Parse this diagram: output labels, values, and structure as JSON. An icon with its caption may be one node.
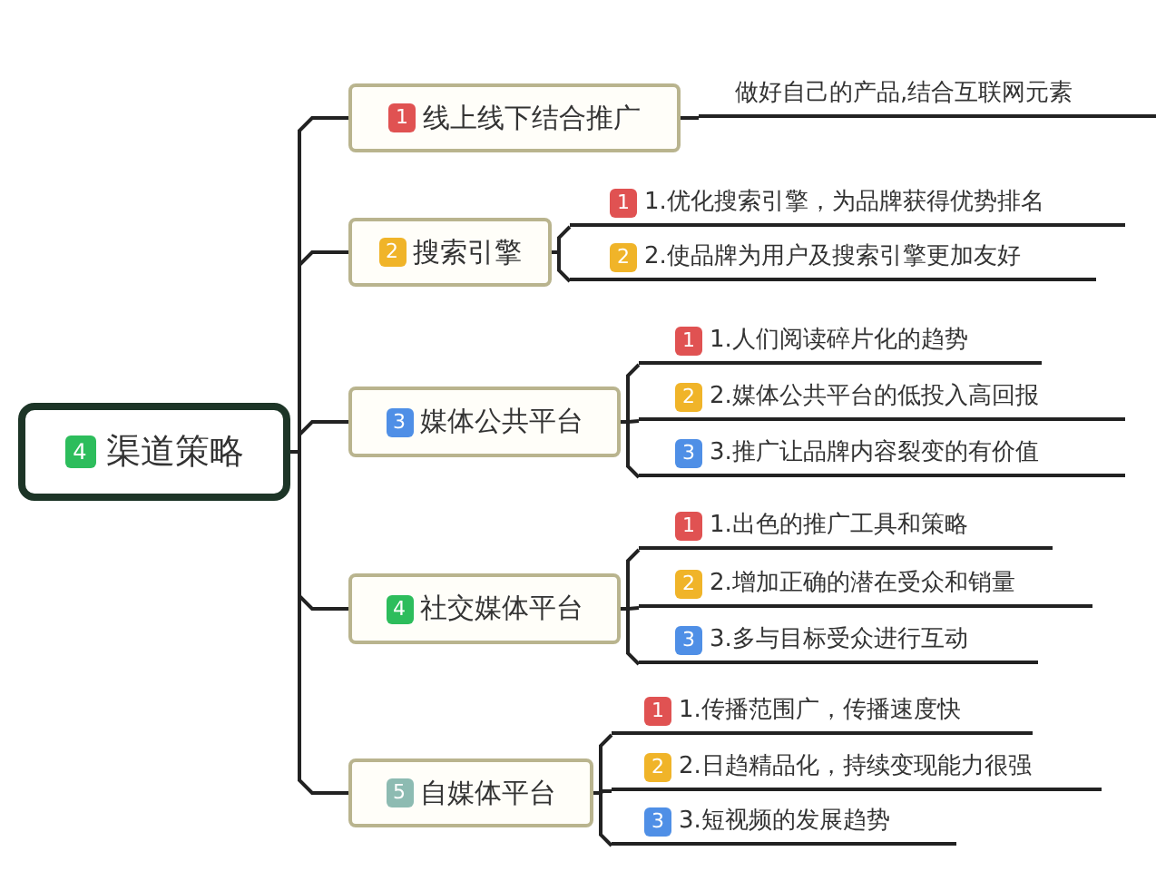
{
  "diagram": {
    "nodes": [
      {
        "text": [
          "4",
          "渠道策略"
        ]
      },
      {
        "text": [
          "1",
          "线上线下结合推广"
        ]
      },
      {
        "text": [
          "做好自己的产品,结合互联网元素"
        ]
      },
      {
        "text": [
          "2",
          "搜索引擎"
        ]
      },
      {
        "text": [
          "1",
          "1.优化搜索引擎，为品牌获得优势排名"
        ]
      },
      {
        "text": [
          "2",
          "2.使品牌为用户及搜索引擎更加友好"
        ]
      },
      {
        "text": [
          "3",
          "媒体公共平台"
        ]
      },
      {
        "text": [
          "1",
          "1.人们阅读碎片化的趋势"
        ]
      },
      {
        "text": [
          "2",
          "2.媒体公共平台的低投入高回报"
        ]
      },
      {
        "text": [
          "3",
          "3.推广让品牌内容裂变的有价值"
        ]
      },
      {
        "text": [
          "4",
          "社交媒体平台"
        ]
      },
      {
        "text": [
          "1",
          "1.出色的推广工具和策略"
        ]
      },
      {
        "text": [
          "2",
          "2.增加正确的潜在受众和销量"
        ]
      },
      {
        "text": [
          "3",
          "3.多与目标受众进行互动"
        ]
      },
      {
        "text": [
          "5",
          "自媒体平台"
        ]
      },
      {
        "text": [
          "1",
          "1.传播范围广，传播速度快"
        ]
      },
      {
        "text": [
          "2",
          "2.日趋精品化，持续变现能力很强"
        ]
      },
      {
        "text": [
          "3",
          "3.短视频的发展趋势"
        ]
      }
    ],
    "edges": [
      {
        "from": 0,
        "to": 1,
        "arrow": "none"
      },
      {
        "from": 0,
        "to": 3,
        "arrow": "none"
      },
      {
        "from": 0,
        "to": 6,
        "arrow": "none"
      },
      {
        "from": 0,
        "to": 10,
        "arrow": "none"
      },
      {
        "from": 0,
        "to": 14,
        "arrow": "none"
      },
      {
        "from": 1,
        "to": 2,
        "arrow": "none"
      },
      {
        "from": 3,
        "to": 4,
        "arrow": "none"
      },
      {
        "from": 3,
        "to": 5,
        "arrow": "none"
      },
      {
        "from": 6,
        "to": 7,
        "arrow": "none"
      },
      {
        "from": 6,
        "to": 8,
        "arrow": "none"
      },
      {
        "from": 6,
        "to": 9,
        "arrow": "none"
      },
      {
        "from": 10,
        "to": 11,
        "arrow": "none"
      },
      {
        "from": 10,
        "to": 12,
        "arrow": "none"
      },
      {
        "from": 10,
        "to": 13,
        "arrow": "none"
      },
      {
        "from": 14,
        "to": 15,
        "arrow": "none"
      },
      {
        "from": 14,
        "to": 16,
        "arrow": "none"
      },
      {
        "from": 14,
        "to": 17,
        "arrow": "none"
      }
    ]
  }
}
